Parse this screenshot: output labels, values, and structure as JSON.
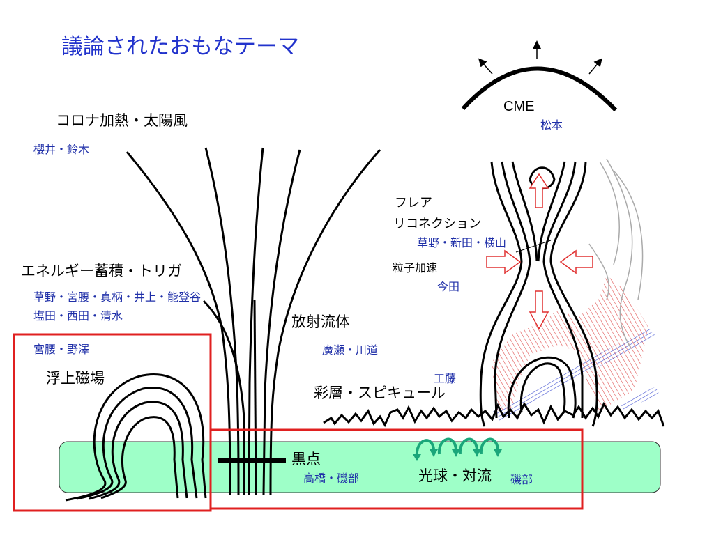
{
  "title": "議論されたおもなテーマ",
  "labels": {
    "corona_heating": "コロナ加熱・太陽風",
    "corona_authors": "櫻井・鈴木",
    "cme": "CME",
    "cme_author": "松本",
    "flare_line1": "フレア",
    "flare_line2": "リコネクション",
    "flare_authors": "草野・新田・横山",
    "particle_acc": "粒子加速",
    "particle_author": "今田",
    "energy": "エネルギー蓄積・トリガ",
    "energy_authors1": "草野・宮腰・真柄・井上・能登谷",
    "energy_authors2": "塩田・西田・清水",
    "radiation": "放射流体",
    "radiation_authors": "廣瀬・川道",
    "emerging_authors": "宮腰・野澤",
    "emerging": "浮上磁場",
    "kudo": "工藤",
    "chromosphere": "彩層・スピキュール",
    "sunspot": "黒点",
    "sunspot_authors": "高橋・磯部",
    "photosphere": "光球・対流",
    "photo_author": "磯部"
  },
  "colors": {
    "photosphere_fill": "#9effc8",
    "highlight_box": "#e02020",
    "convection_arrow": "#1aa67a",
    "reconnection_arrow": "#e03030",
    "author_text": "#1f2fa8",
    "title_text": "#2233cc"
  }
}
